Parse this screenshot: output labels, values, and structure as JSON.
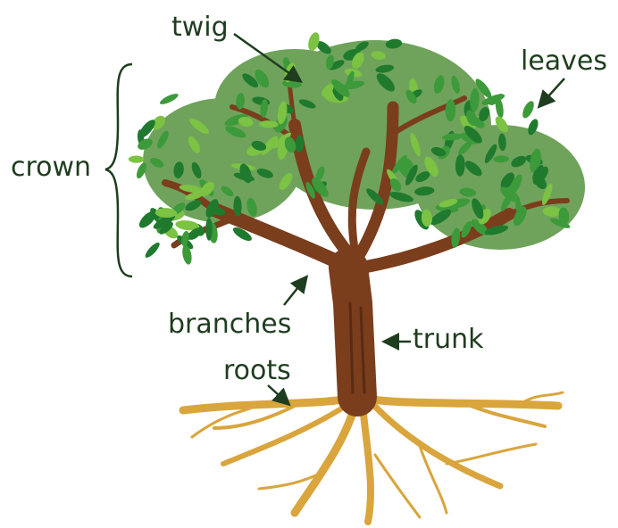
{
  "labels": {
    "twig": "twig",
    "leaves": "leaves",
    "crown": "crown",
    "branches": "branches",
    "trunk": "trunk",
    "roots": "roots"
  },
  "colors": {
    "label_text": "#1f3d1f",
    "trunk": "#7a3e1d",
    "trunk_dark": "#5a2a12",
    "roots": "#d9a53c",
    "roots_dark": "#b8862a",
    "leaf_dark": "#1f7a2e",
    "leaf_mid": "#3c9a3a",
    "leaf_light": "#7cc243",
    "crown_back": "#6fa35b"
  }
}
